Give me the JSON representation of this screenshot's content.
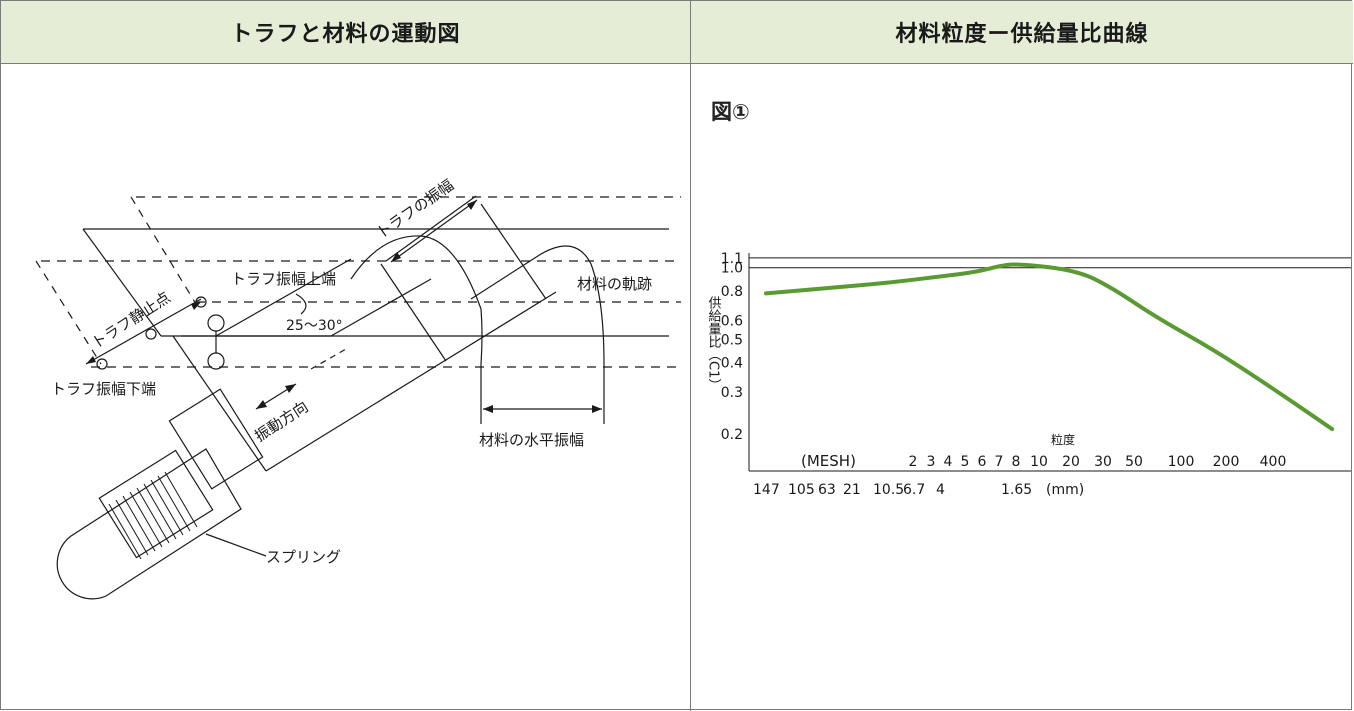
{
  "left_panel": {
    "title": "トラフと材料の運動図",
    "labels": {
      "trough_amplitude": "トラフの振幅",
      "trough_amp_top": "トラフ振幅上端",
      "material_trajectory": "材料の軌跡",
      "trough_rest_point": "トラフ静止点",
      "angle": "25〜30°",
      "trough_amp_bottom": "トラフ振幅下端",
      "vibration_direction": "振動方向",
      "horizontal_amplitude": "材料の水平振幅",
      "spring": "スプリング"
    }
  },
  "right_panel": {
    "title": "材料粒度ー供給量比曲線",
    "figure_label": "図①",
    "line_color": "#5a9a32"
  },
  "chart_data": {
    "type": "line",
    "title": "",
    "ylabel": "供給量比（C1）",
    "xlabel": "粒度",
    "yticks": [
      "1.1",
      "1.0",
      "0.8",
      "0.6",
      "0.5",
      "0.4",
      "0.3",
      "0.2"
    ],
    "x_mesh_label": "(MESH)",
    "x_mesh_ticks": [
      "2",
      "3",
      "4",
      "5",
      "6",
      "7",
      "8",
      "10",
      "20",
      "30",
      "50",
      "100",
      "200",
      "400"
    ],
    "x_mm_ticks": [
      "147",
      "105",
      "63",
      "21",
      "10.5",
      "6.7",
      "4",
      "1.65",
      "(mm)"
    ],
    "reference_lines": [
      1.1,
      1.0
    ],
    "series": [
      {
        "x_mesh": [
          0.5,
          1,
          2,
          4,
          6,
          8,
          10,
          20,
          30,
          50,
          100,
          200,
          400
        ],
        "y": [
          0.78,
          0.82,
          0.86,
          0.92,
          0.96,
          1.02,
          1.04,
          0.97,
          0.82,
          0.62,
          0.45,
          0.31,
          0.21
        ]
      }
    ]
  }
}
